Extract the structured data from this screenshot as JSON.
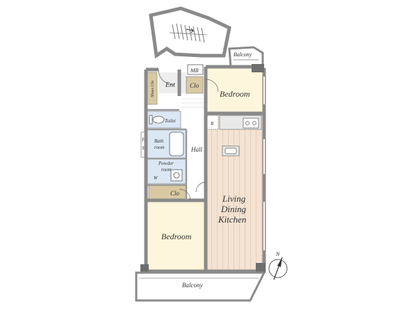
{
  "labels": {
    "balcony_top": "Balcony",
    "mb": "MB",
    "ent": "Ent",
    "shoes_clo": "Shoes Clo",
    "clo_ent": "Clo",
    "bedroom_1": "Bedroom",
    "toilet": "Toilet",
    "r": "R",
    "bath": "Bath",
    "room": "room",
    "f": "F",
    "s": "S",
    "hall": "Hall",
    "powder": "Powder",
    "powder_room": "room",
    "w": "W",
    "clo_lower": "Clo",
    "living": "Living",
    "dining": "Dining",
    "kitchen": "Kitchen",
    "bedroom_2": "Bedroom",
    "balcony_bottom": "Balcony",
    "north": "N"
  },
  "colors": {
    "wall": "#8a8a8a",
    "wall_dark": "#6e6e6e",
    "bedroom_floor": "#fdf6dc",
    "ldk_floor": "#f4e3d3",
    "ldk_stripe": "#e6cdb9",
    "wet_area": "#dbe7f3",
    "closet": "#d9c9a3",
    "entrance": "#eeeeee",
    "hall_floor": "#ffffff",
    "kitchen_counter": "#e9e9e9",
    "line": "#555555"
  }
}
